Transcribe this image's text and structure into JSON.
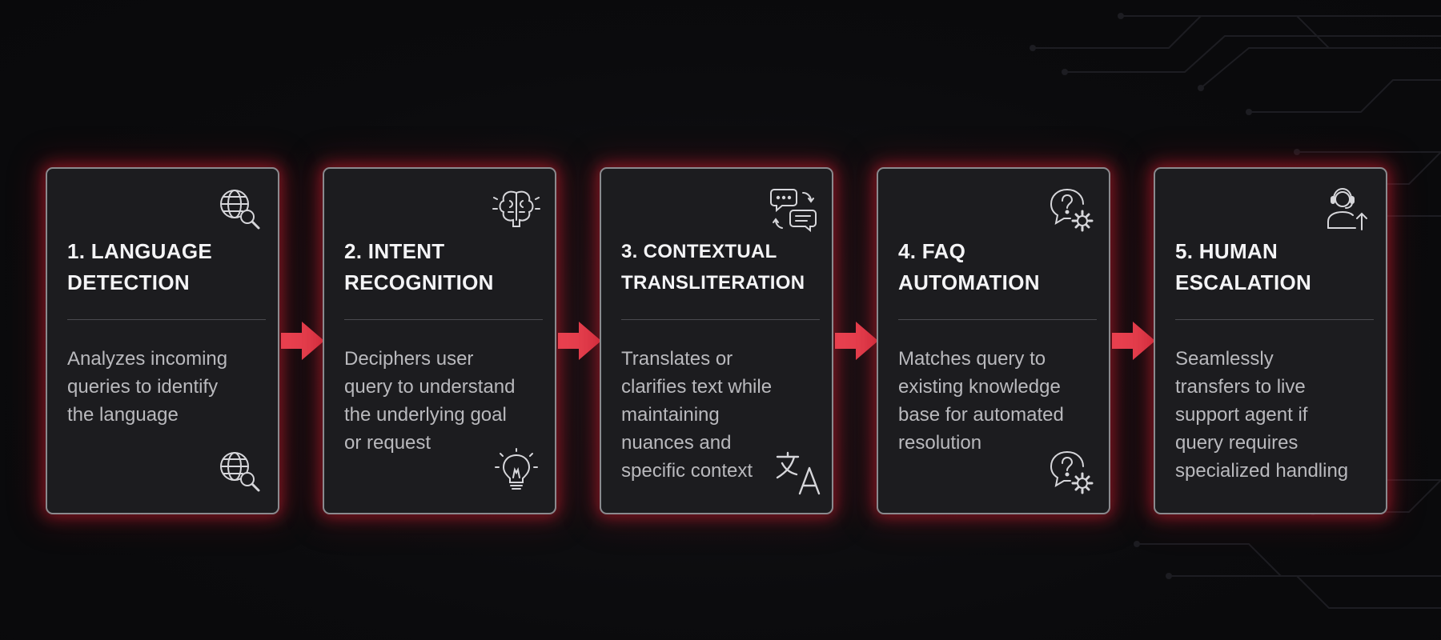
{
  "colors": {
    "background": "#0b0b0d",
    "card": "#1c1c1f",
    "accent": "#e8404f",
    "title": "#f4f4f6",
    "text": "#b9b9bd"
  },
  "steps": [
    {
      "title_lines": [
        "1. LANGUAGE",
        "DETECTION"
      ],
      "desc_lines": [
        "Analyzes incoming",
        "queries to identify",
        "the language"
      ],
      "icon_top": "globe-search-icon",
      "icon_bottom": "globe-search-icon"
    },
    {
      "title_lines": [
        "2. INTENT",
        "RECOGNITION"
      ],
      "desc_lines": [
        "Deciphers user",
        "query to understand",
        "the underlying goal",
        "or request"
      ],
      "icon_top": "brain-icon",
      "icon_bottom": "lightbulb-icon"
    },
    {
      "title_lines": [
        "3. CONTEXTUAL",
        "TRANSLITERATION"
      ],
      "desc_lines": [
        "Translates or",
        "clarifies text while",
        "maintaining",
        "nuances and",
        "specific context"
      ],
      "icon_top": "chat-bubbles-icon",
      "icon_bottom": "translate-icon"
    },
    {
      "title_lines": [
        "4. FAQ",
        "AUTOMATION"
      ],
      "desc_lines": [
        "Matches query to",
        "existing knowledge",
        "base for automated",
        "resolution"
      ],
      "icon_top": "question-gear-icon",
      "icon_bottom": "question-gear-icon"
    },
    {
      "title_lines": [
        "5. HUMAN",
        "ESCALATION"
      ],
      "desc_lines": [
        "Seamlessly",
        "transfers to live",
        "support agent if",
        "query requires",
        "specialized handling"
      ],
      "icon_top": "support-agent-icon",
      "icon_bottom": ""
    }
  ]
}
